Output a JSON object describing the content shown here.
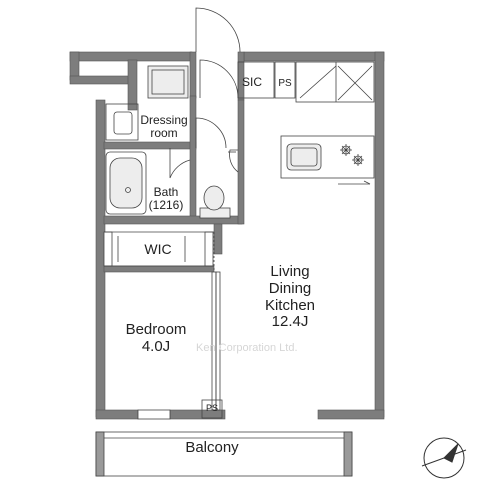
{
  "rooms": {
    "sic": "SIC",
    "ps_top": "PS",
    "dressing_line1": "Dressing",
    "dressing_line2": "room",
    "bath_line1": "Bath",
    "bath_line2": "(1216)",
    "wic": "WIC",
    "ldk_line1": "Living",
    "ldk_line2": "Dining",
    "ldk_line3": "Kitchen",
    "ldk_line4": "12.4J",
    "bedroom_line1": "Bedroom",
    "bedroom_line2": "4.0J",
    "ps_bottom": "PS",
    "balcony": "Balcony"
  },
  "watermark": "Ken Corporation Ltd.",
  "colors": {
    "wall": "#7d7d7d",
    "wall_edge": "#555555",
    "line": "#444444",
    "fixture_fill": "#ededed",
    "text": "#222222"
  },
  "icons": {
    "north": "north-arrow-icon",
    "stove": "stove-burner-icon",
    "sink": "kitchen-sink-icon",
    "bathtub": "bathtub-icon",
    "toilet": "toilet-icon",
    "washer": "washing-machine-icon"
  }
}
